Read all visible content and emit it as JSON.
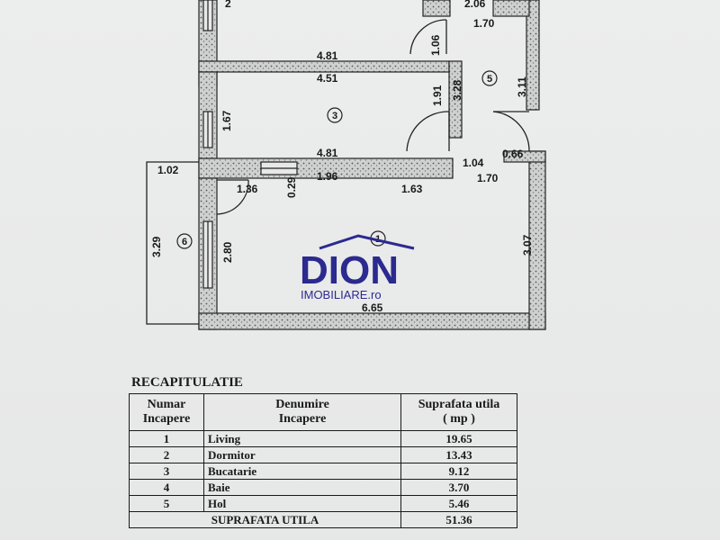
{
  "plan": {
    "rooms": [
      {
        "id": "1",
        "number": "1"
      },
      {
        "id": "3",
        "number": "3"
      },
      {
        "id": "5",
        "number": "5"
      },
      {
        "id": "6",
        "number": "6"
      }
    ],
    "dimensions": {
      "d_2_top": "2",
      "d_206": "2.06",
      "d_170_top": "1.70",
      "d_106": "1.06",
      "d_481_top": "4.81",
      "d_451": "4.51",
      "d_191": "1.91",
      "d_328": "3.28",
      "d_311": "3.11",
      "d_167": "1.67",
      "d_481_mid": "4.81",
      "d_104": "1.04",
      "d_066": "0.66",
      "d_102": "1.02",
      "d_136": "1.36",
      "d_029": "0.29",
      "d_196": "1.96",
      "d_163": "1.63",
      "d_170_mid": "1.70",
      "d_329": "3.29",
      "d_280": "2.80",
      "d_307": "3.07",
      "d_665": "6.65"
    }
  },
  "watermark": {
    "brand": "DION",
    "sub": "IMOBILIARE.ro",
    "color": "#2b2a8f"
  },
  "recap": {
    "title": "RECAPITULATIE",
    "headers": {
      "num": [
        "Numar",
        "Incapere"
      ],
      "name": [
        "Denumire",
        "Incapere"
      ],
      "area": [
        "Suprafata utila",
        "( mp )"
      ]
    },
    "rows": [
      {
        "num": "1",
        "name": "Living",
        "area": "19.65"
      },
      {
        "num": "2",
        "name": "Dormitor",
        "area": "13.43"
      },
      {
        "num": "3",
        "name": "Bucatarie",
        "area": "9.12"
      },
      {
        "num": "4",
        "name": "Baie",
        "area": "3.70"
      },
      {
        "num": "5",
        "name": "Hol",
        "area": "5.46"
      }
    ],
    "total": {
      "label": "SUPRAFATA UTILA",
      "area": "51.36"
    }
  }
}
